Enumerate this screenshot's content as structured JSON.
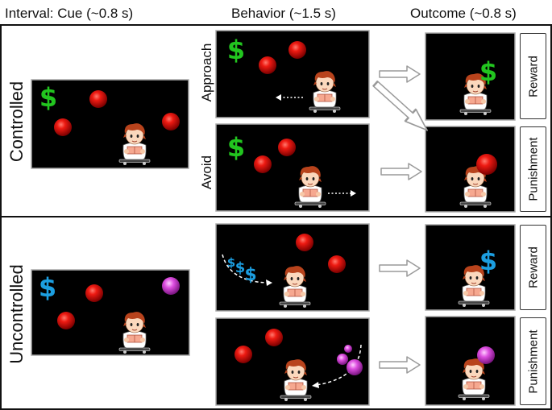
{
  "headers": {
    "cue": "Interval: Cue (~0.8 s)",
    "behavior": "Behavior (~1.5 s)",
    "outcome": "Outcome (~0.8 s)"
  },
  "rows": {
    "controlled": "Controlled",
    "uncontrolled": "Uncontrolled"
  },
  "behaviors": {
    "approach": "Approach",
    "avoid": "Avoid"
  },
  "outcomes": {
    "reward": "Reward",
    "punishment": "Punishment"
  },
  "symbols": {
    "dollar": "$"
  },
  "colors": {
    "green_dollar": "#22c51f",
    "blue_dollar": "#1c9ee0",
    "red_ball": "#e10b0b",
    "magenta_ball": "#d43ad6",
    "panel_bg": "#000000",
    "arrow_stroke": "#9a9a9a"
  },
  "icons": [
    "dollar-icon",
    "red-ball-icon",
    "magenta-ball-icon",
    "avatar-on-skateboard-icon",
    "dotted-arrow-icon",
    "outline-arrow-icon"
  ]
}
